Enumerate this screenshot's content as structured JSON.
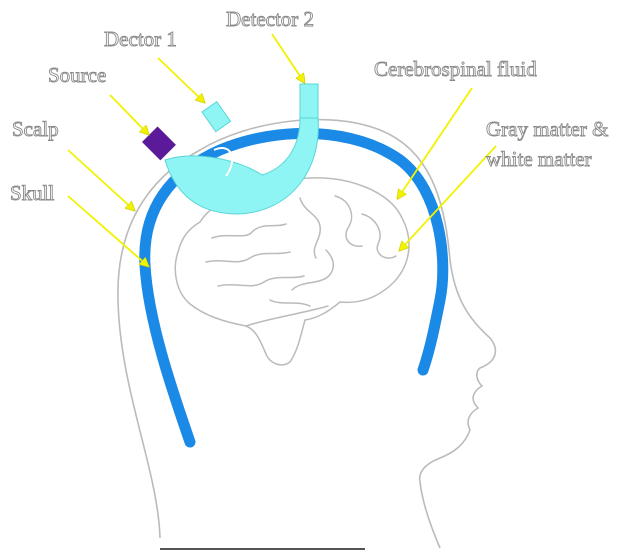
{
  "labels": {
    "detector2": "Detector 2",
    "detector1": "Dector 1",
    "source": "Source",
    "scalp": "Scalp",
    "skull": "Skull",
    "csf": "Cerebrospinal fluid",
    "gray_white_line1": "Gray matter &",
    "gray_white_line2": "white matter"
  },
  "colors": {
    "skull": "#1a8ae6",
    "detector_fill": "#8ef4f4",
    "source": "#5a1a9a",
    "arrow": "#f2f200",
    "outline": "#bbbbbb"
  }
}
